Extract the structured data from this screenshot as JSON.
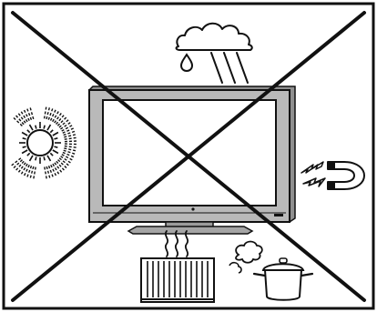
{
  "figure": {
    "kind": "tv-placement-warning",
    "prohibited": true,
    "colors": {
      "ink": "#111111",
      "paper": "#ffffff",
      "tv_body": "#b9b9b9",
      "tv_screen": "#ffffff",
      "tv_shadow": "#8f8f8f"
    },
    "icons": [
      "frame-border",
      "cloud-icon",
      "rain-icon",
      "water-drop-icon",
      "sun-icon",
      "television-icon",
      "magnet-icon",
      "lightning-icon",
      "heat-waves-icon",
      "radiator-icon",
      "steam-icon",
      "cooking-pot-icon",
      "prohibition-cross"
    ]
  }
}
